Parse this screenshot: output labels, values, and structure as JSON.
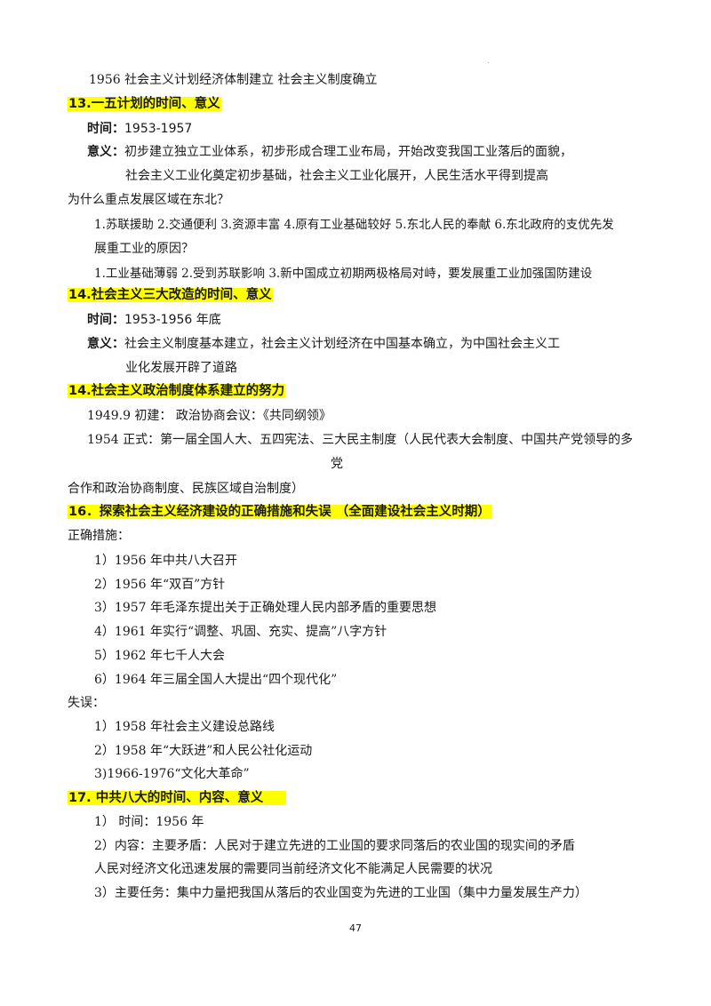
{
  "doc": {
    "line_1956": "1956  社会主义计划经济体制建立    社会主义制度确立",
    "s13": {
      "heading": "13.一五计划的时间、意义",
      "time_label": "时间：",
      "time_value": "1953-1957",
      "meaning_label": "意义：",
      "meaning_1": "初步建立独立工业体系，初步形成合理工业布局，开始改变我国工业落后的面貌，",
      "meaning_2": "社会主义工业化奠定初步基础，社会主义工业化展开，人民生活水平得到提高",
      "question": "为什么重点发展区域在东北？",
      "reasons_1": "1.苏联援助  2.交通便利  3.资源丰富  4.原有工业基础较好  5.东北人民的奉献  6.东北政府的支优先发",
      "reasons_2": "展重工业的原因？",
      "reasons_3": "1.工业基础薄弱  2.受到苏联影响  3.新中国成立初期两极格局对峙，要发展重工业加强国防建设"
    },
    "s14a": {
      "heading": "14.社会主义三大改造的时间、意义",
      "time_label": "时间：",
      "time_value": "1953-1956 年底",
      "meaning_label": "意义：",
      "meaning_1": "社会主义制度基本建立，社会主义计划经济在中国基本确立，为中国社会主义工",
      "meaning_2": "业化发展开辟了道路"
    },
    "s14b": {
      "heading": "14.社会主义政治制度体系建立的努力",
      "line_1": "1949.9 初建：  政治协商会议：《共同纲领》",
      "line_2": "1954  正式：第一届全国人大、五四宪法、三大民主制度（人民代表大会制度、中国共产党领导的多",
      "line_3": "党",
      "line_4": "合作和政治协商制度、民族区域自治制度）"
    },
    "s16": {
      "heading": "16．探索社会主义经济建设的正确措施和失误 （全面建设社会主义时期）",
      "correct_label": "正确措施：",
      "correct": [
        "1）1956 年中共八大召开",
        "2）1956 年“双百”方针",
        "3）1957 年毛泽东提出关于正确处理人民内部矛盾的重要思想",
        "4）1961 年实行“调整、巩固、充实、提高”八字方针",
        "5）1962 年七千人大会",
        "6）1964 年三届全国人大提出“四个现代化”"
      ],
      "mistakes_label": "失误：",
      "mistakes": [
        "1）1958 年社会主义建设总路线",
        "2）1958 年“大跃进”和人民公社化运动",
        "3)1966-1976“文化大革命”"
      ]
    },
    "s17": {
      "heading": "17. 中共八大的时间、内容、意义",
      "item_1": "1）  时间：1956 年",
      "item_2": "2）内容：主要矛盾：人民对于建立先进的工业国的要求同落后的农业国的现实间的矛盾",
      "item_2b": "人民对经济文化迅速发展的需要同当前经济文化不能满足人民需要的状况",
      "item_3": "3）主要任务：集中力量把我国从落后的农业国变为先进的工业国（集中力量发展生产力）"
    },
    "page_number": "47",
    "corner_mark": "."
  }
}
